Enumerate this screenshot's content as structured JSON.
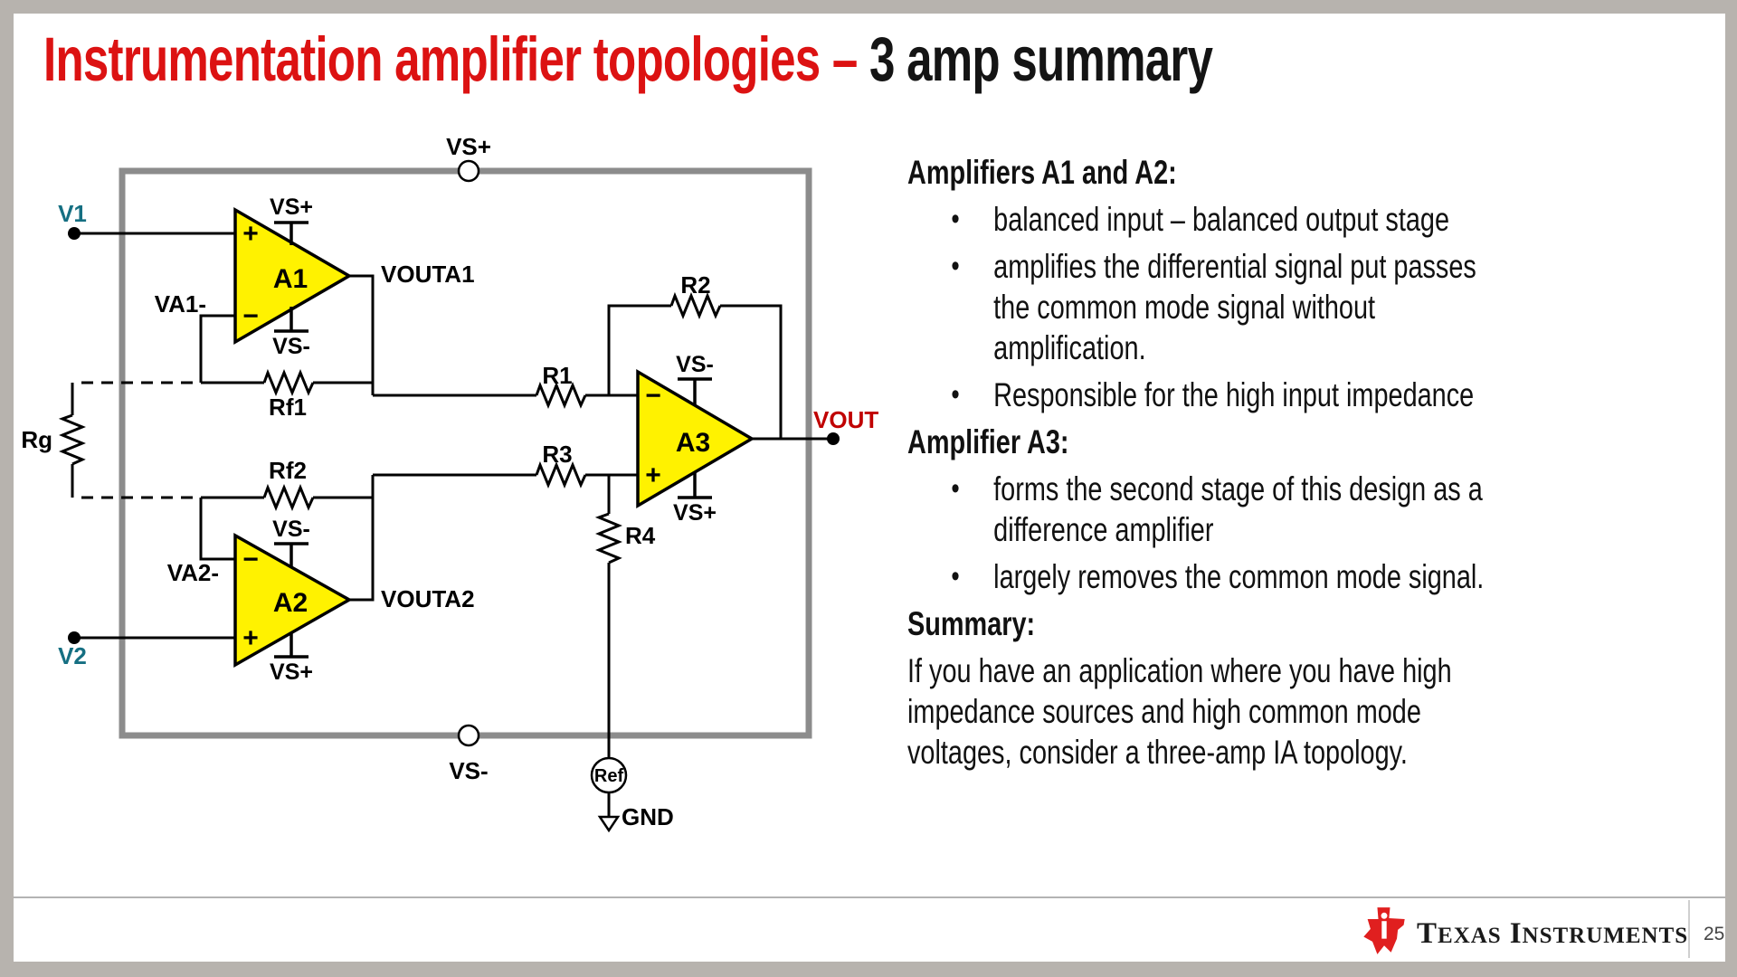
{
  "slide": {
    "title_red": "Instrumentation amplifier topologies – ",
    "title_black": "3 amp summary",
    "page_number": "25",
    "brand_words": [
      "Texas",
      "Instruments"
    ],
    "colors": {
      "title_red": "#dc1212",
      "signal_teal": "#156f82",
      "vout_red": "#c00000",
      "opamp_yellow": "#fff200",
      "box_gray": "#8c8c8c"
    }
  },
  "circuit": {
    "labels": {
      "v1": "V1",
      "v2": "V2",
      "vs_plus": "VS+",
      "vs_minus": "VS-",
      "va1_minus": "VA1-",
      "va2_minus": "VA2-",
      "vouta1": "VOUTA1",
      "vouta2": "VOUTA2",
      "vout": "VOUT",
      "rg": "Rg",
      "rf1": "Rf1",
      "rf2": "Rf2",
      "r1": "R1",
      "r2": "R2",
      "r3": "R3",
      "r4": "R4",
      "a1": "A1",
      "a2": "A2",
      "a3": "A3",
      "plus": "+",
      "minus": "−",
      "ref": "Ref",
      "gnd": "GND"
    }
  },
  "right_panel": {
    "bullet_glyph": "•",
    "sections": [
      {
        "type": "heading",
        "text": "Amplifiers A1 and A2:"
      },
      {
        "type": "bullet",
        "text": "balanced input – balanced output stage"
      },
      {
        "type": "bullet",
        "text": "amplifies the differential signal put passes\nthe common mode signal without\namplification."
      },
      {
        "type": "bullet",
        "text": "Responsible for the high input impedance"
      },
      {
        "type": "heading",
        "text": "Amplifier A3:"
      },
      {
        "type": "bullet",
        "text": "forms the second stage of this design as a\ndifference amplifier"
      },
      {
        "type": "bullet",
        "text": "largely removes the common mode signal."
      },
      {
        "type": "heading",
        "text": "Summary:"
      },
      {
        "type": "paragraph",
        "text": "If you have an application where you have high\nimpedance sources and high common mode\nvoltages, consider a three-amp IA topology."
      }
    ]
  }
}
